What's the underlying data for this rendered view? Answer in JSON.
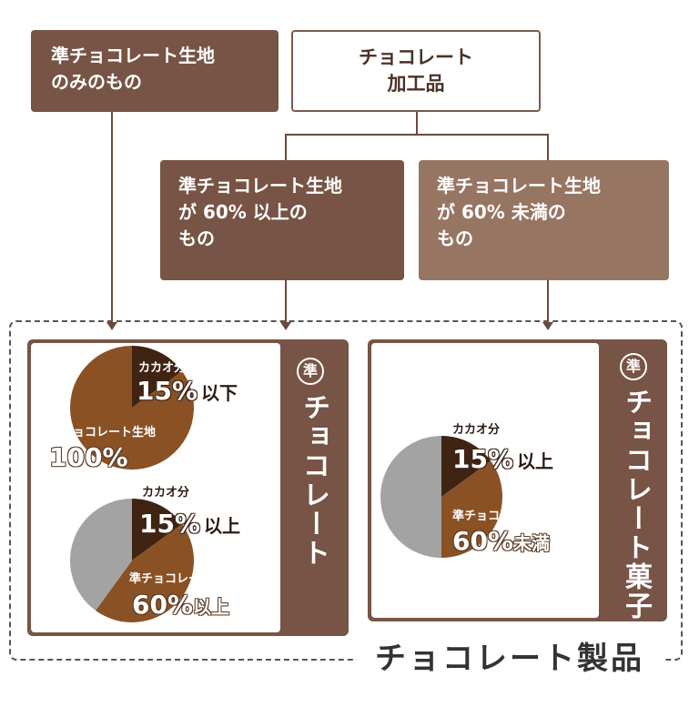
{
  "top": {
    "left_box_text": "準チョコレート生地\nのみのもの",
    "center_box_text": "チョコレート\n加工品"
  },
  "branches": {
    "above_60": "準チョコレート生地\nが 60% 以上の\nもの",
    "below_60": "準チョコレート生地\nが 60% 未満の\nもの"
  },
  "panels": {
    "choco": {
      "badge": "準",
      "title": "チョコレート"
    },
    "kashi": {
      "badge": "準",
      "title": "チョコレート菓子"
    }
  },
  "pies": {
    "pie1": {
      "cacao_label": "カカオ分",
      "cacao_value": "15%",
      "cacao_suffix": "以下",
      "base_label": "準チョコレート生地",
      "base_value": "100%",
      "base_suffix": ""
    },
    "pie2": {
      "cacao_label": "カカオ分",
      "cacao_value": "15%",
      "cacao_suffix": "以上",
      "base_label": "準チョコレート生地",
      "base_value": "60%",
      "base_suffix": "以上"
    },
    "pie3": {
      "cacao_label": "カカオ分",
      "cacao_value": "15%",
      "cacao_suffix": "以上",
      "base_label": "準チョコレート生地",
      "base_value": "60%",
      "base_suffix": "未満"
    }
  },
  "caption": "チョコレート製品",
  "colors": {
    "dark_brown": "#775445",
    "light_brown": "#977563",
    "pie_cacao": "#3f2414",
    "pie_base": "#8a5124",
    "pie_other": "#a3a3a3"
  },
  "chart_data": [
    {
      "type": "pie",
      "slices": [
        {
          "label": "カカオ分",
          "value": 15
        },
        {
          "label": "準チョコレート生地",
          "value": 85
        }
      ]
    },
    {
      "type": "pie",
      "slices": [
        {
          "label": "カカオ分",
          "value": 15
        },
        {
          "label": "準チョコレート生地",
          "value": 45
        },
        {
          "label": "other",
          "value": 40
        }
      ]
    },
    {
      "type": "pie",
      "slices": [
        {
          "label": "カカオ分",
          "value": 15
        },
        {
          "label": "準チョコレート生地",
          "value": 35
        },
        {
          "label": "other",
          "value": 50
        }
      ]
    }
  ]
}
